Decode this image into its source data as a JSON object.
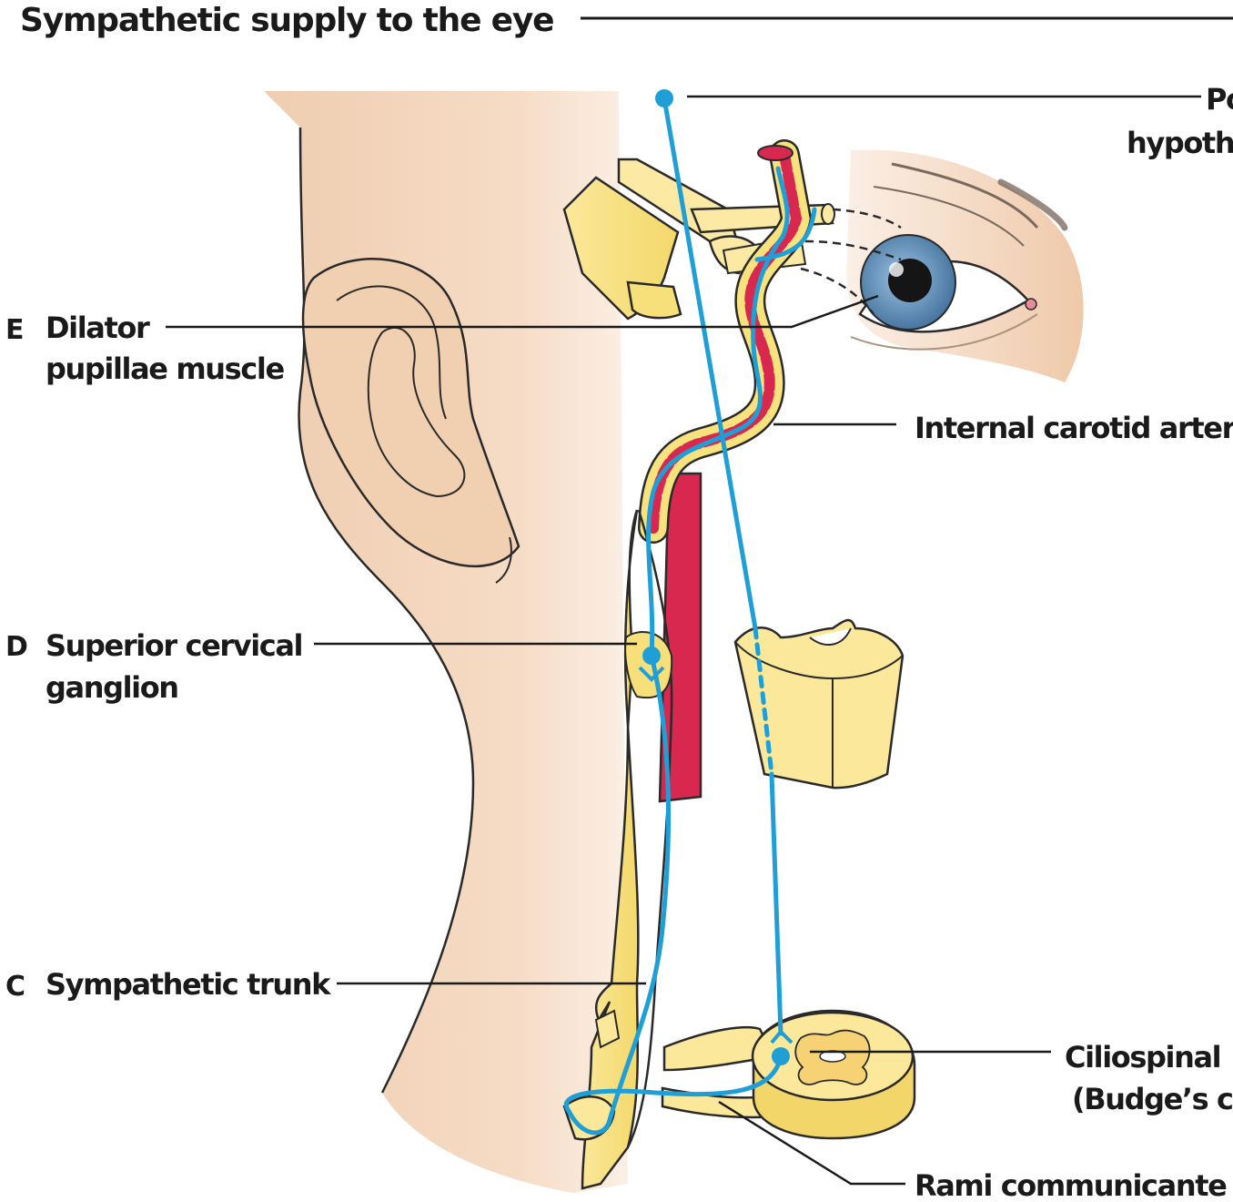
{
  "title": "Sympathetic supply to the eye",
  "labels": {
    "posterior_hypothalamus_line1": "Po",
    "posterior_hypothalamus_line2": "hypoth",
    "dilator_letter": "E",
    "dilator_line1": "Dilator",
    "dilator_line2": "pupillae muscle",
    "internal_carotid": "Internal carotid arter",
    "superior_cervical_letter": "D",
    "superior_cervical_line1": "Superior cervical",
    "superior_cervical_line2": "ganglion",
    "sympathetic_trunk_letter": "C",
    "sympathetic_trunk": "Sympathetic trunk",
    "ciliospinal_line1": "Ciliospinal",
    "ciliospinal_line2": "(Budge’s c",
    "rami": "Rami communicante"
  },
  "colors": {
    "nerve_pathway": "#1f9fd6",
    "nerve_yellow": "#f7e27e",
    "artery_red": "#d8284f",
    "skin": "#f3d3b7",
    "iris": "#5f8fb8"
  }
}
